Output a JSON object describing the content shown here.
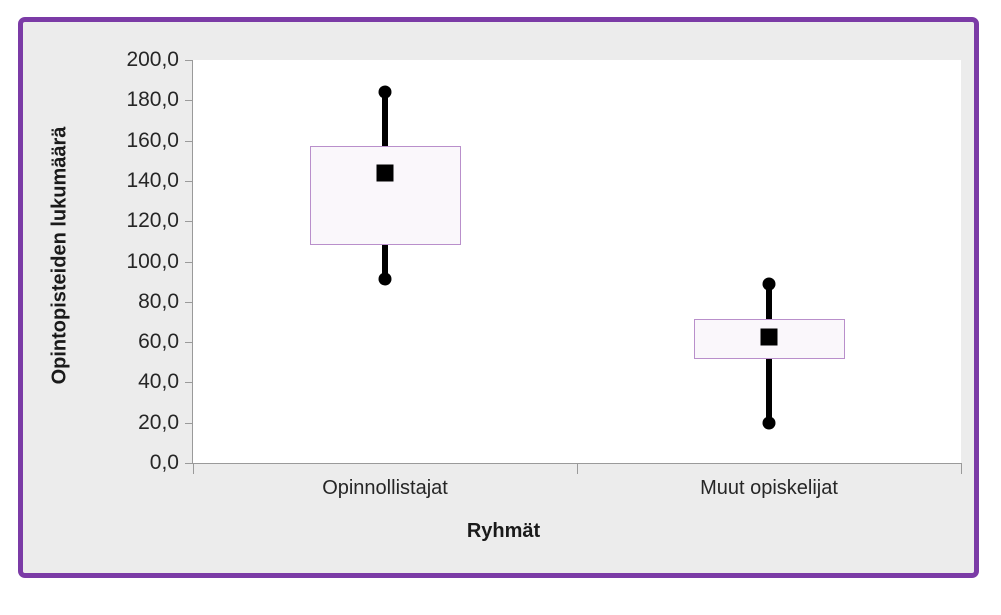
{
  "chart": {
    "value_axis_title": "Opintopisteiden lukumäärä",
    "category_axis_title": "Ryhmät"
  },
  "chart_data": {
    "type": "box",
    "title": "",
    "xlabel": "Ryhmät",
    "ylabel": "Opintopisteiden lukumäärä",
    "categories": [
      "Opinnollistajat",
      "Muut opiskelijat"
    ],
    "ylim": [
      0.0,
      200.0
    ],
    "ytick_step": 20.0,
    "ytick_labels": [
      "200,0",
      "180,0",
      "160,0",
      "140,0",
      "120,0",
      "100,0",
      "80,0",
      "60,0",
      "40,0",
      "20,0",
      "0,0"
    ],
    "ytick_values": [
      200.0,
      180.0,
      160.0,
      140.0,
      120.0,
      100.0,
      80.0,
      60.0,
      40.0,
      20.0,
      0.0
    ],
    "grid": true,
    "grid_style": "dashed-horizontal",
    "legend": "none",
    "decimal_separator": ",",
    "series": [
      {
        "name": "Opinnollistajat",
        "whisker_high": 184.0,
        "box_top": 157.5,
        "mean": 144.0,
        "box_bottom": 108.0,
        "whisker_low": 91.5
      },
      {
        "name": "Muut opiskelijat",
        "whisker_high": 89.0,
        "box_top": 71.5,
        "mean": 62.5,
        "box_bottom": 51.5,
        "whisker_low": 20.0
      }
    ],
    "colors": {
      "frame": "#7B3BA6",
      "box_border": "#B98FCB",
      "box_fill": "#FAF7FB",
      "marker": "#000000",
      "plot_background": "#FFFFFF",
      "chart_background": "#ECECEC",
      "gridline": "#3C3C3C"
    }
  }
}
